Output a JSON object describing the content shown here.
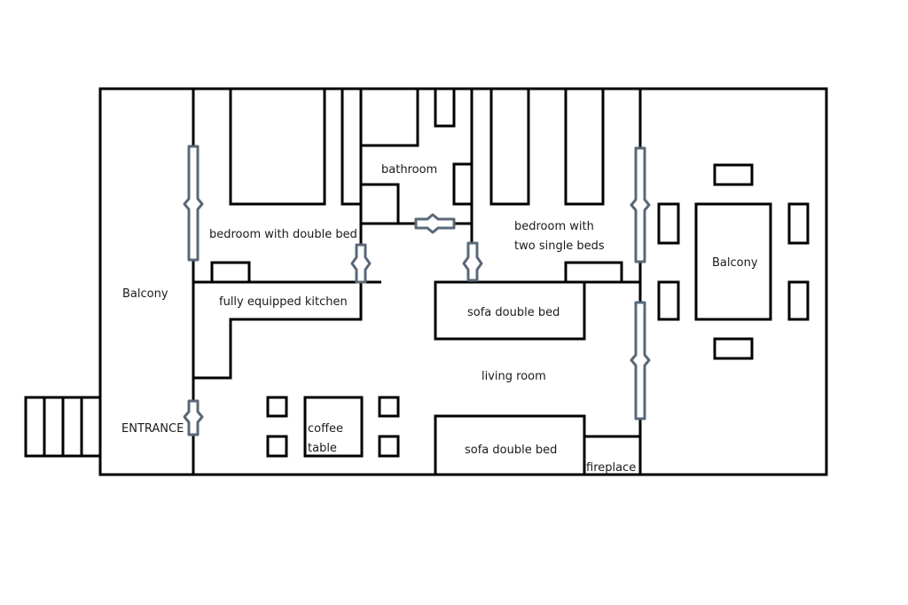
{
  "labels": {
    "balcony_left": "Balcony",
    "entrance": "ENTRANCE",
    "bedroom_double": "bedroom with double bed",
    "bathroom": "bathroom",
    "bedroom_two_single_line1": "bedroom with",
    "bedroom_two_single_line2": "two single beds",
    "kitchen": "fully equipped kitchen",
    "sofa_top": "sofa double bed",
    "living_room": "living room",
    "sofa_bottom": "sofa double bed",
    "coffee_table_line1": "coffee",
    "coffee_table_line2": "table",
    "fireplace": "fireplace",
    "balcony_right": "Balcony"
  },
  "colors": {
    "wall": "#000000",
    "door": "#5a6878",
    "background": "#ffffff"
  }
}
